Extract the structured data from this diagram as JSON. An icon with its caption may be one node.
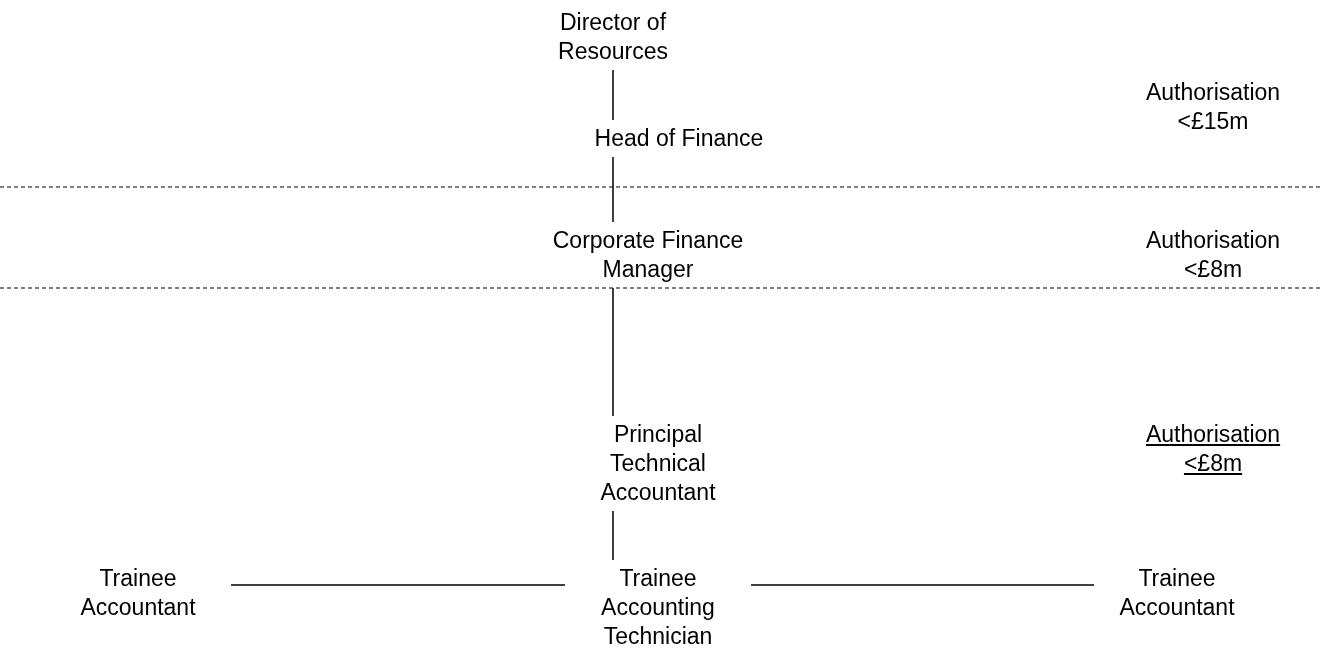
{
  "diagram": {
    "nodes": [
      {
        "text": [
          "Director of Resources"
        ]
      },
      {
        "text": [
          "Head of Finance"
        ]
      },
      {
        "text": [
          "Corporate Finance Manager"
        ]
      },
      {
        "text": [
          "Principal Technical Accountant"
        ]
      },
      {
        "text": [
          "Trainee Accountant"
        ]
      },
      {
        "text": [
          "Trainee Accounting Technician"
        ]
      },
      {
        "text": [
          "Trainee Accountant"
        ]
      }
    ],
    "edges": [
      {
        "from": 0,
        "to": 1,
        "arrow": "none"
      },
      {
        "from": 1,
        "to": 2,
        "arrow": "none"
      },
      {
        "from": 2,
        "to": 3,
        "arrow": "none"
      },
      {
        "from": 3,
        "to": 5,
        "arrow": "none"
      },
      {
        "from": 4,
        "to": 5,
        "arrow": "none"
      },
      {
        "from": 5,
        "to": 6,
        "arrow": "none"
      }
    ],
    "labels": [
      "Authorisation <£15m",
      "Authorisation <£8m",
      "Authorisation <£8m"
    ]
  }
}
